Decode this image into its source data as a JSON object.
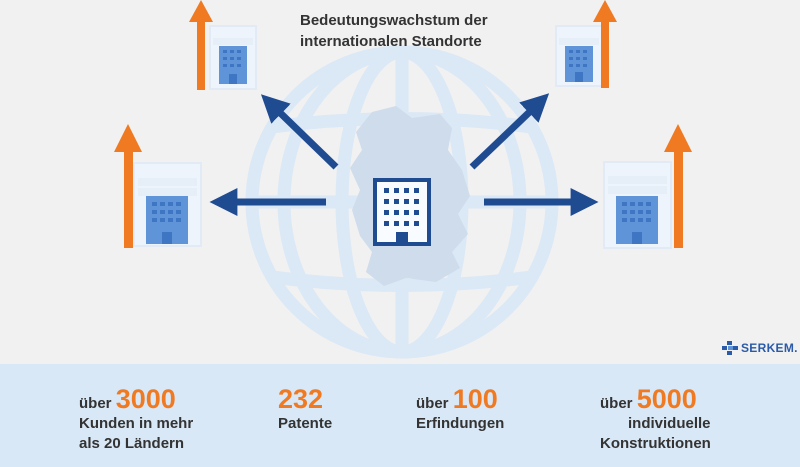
{
  "title": {
    "line1": "Bedeutungswachstum der",
    "line2": "internationalen Standorte"
  },
  "brand": {
    "logo_text": "SERKEM",
    "mark_symbol": "."
  },
  "stats": [
    {
      "prefix": "über",
      "number": "3000",
      "line2": "Kunden in mehr",
      "line3": "als 20 Ländern"
    },
    {
      "number": "232",
      "line2": "Patente"
    },
    {
      "prefix": "über",
      "number": "100",
      "line2": "Erfindungen"
    },
    {
      "prefix": "über",
      "number": "5000",
      "line2": "individuelle",
      "line3": "Konstruktionen"
    }
  ],
  "colors": {
    "background": "#f1f1f1",
    "globe": "#dbe8f6",
    "map_shape": "#cfdceb",
    "arrow_blue": "#1f4b91",
    "growth_orange": "#f07a22",
    "building_blue": "#5f95d8",
    "stats_band": "#d9e8f6",
    "accent_number": "#f07a22"
  },
  "icons": [
    "globe-icon",
    "germany-map-icon",
    "office-building-icon",
    "growth-arrow-icon",
    "expansion-arrow-icon",
    "serkem-logo-icon"
  ]
}
